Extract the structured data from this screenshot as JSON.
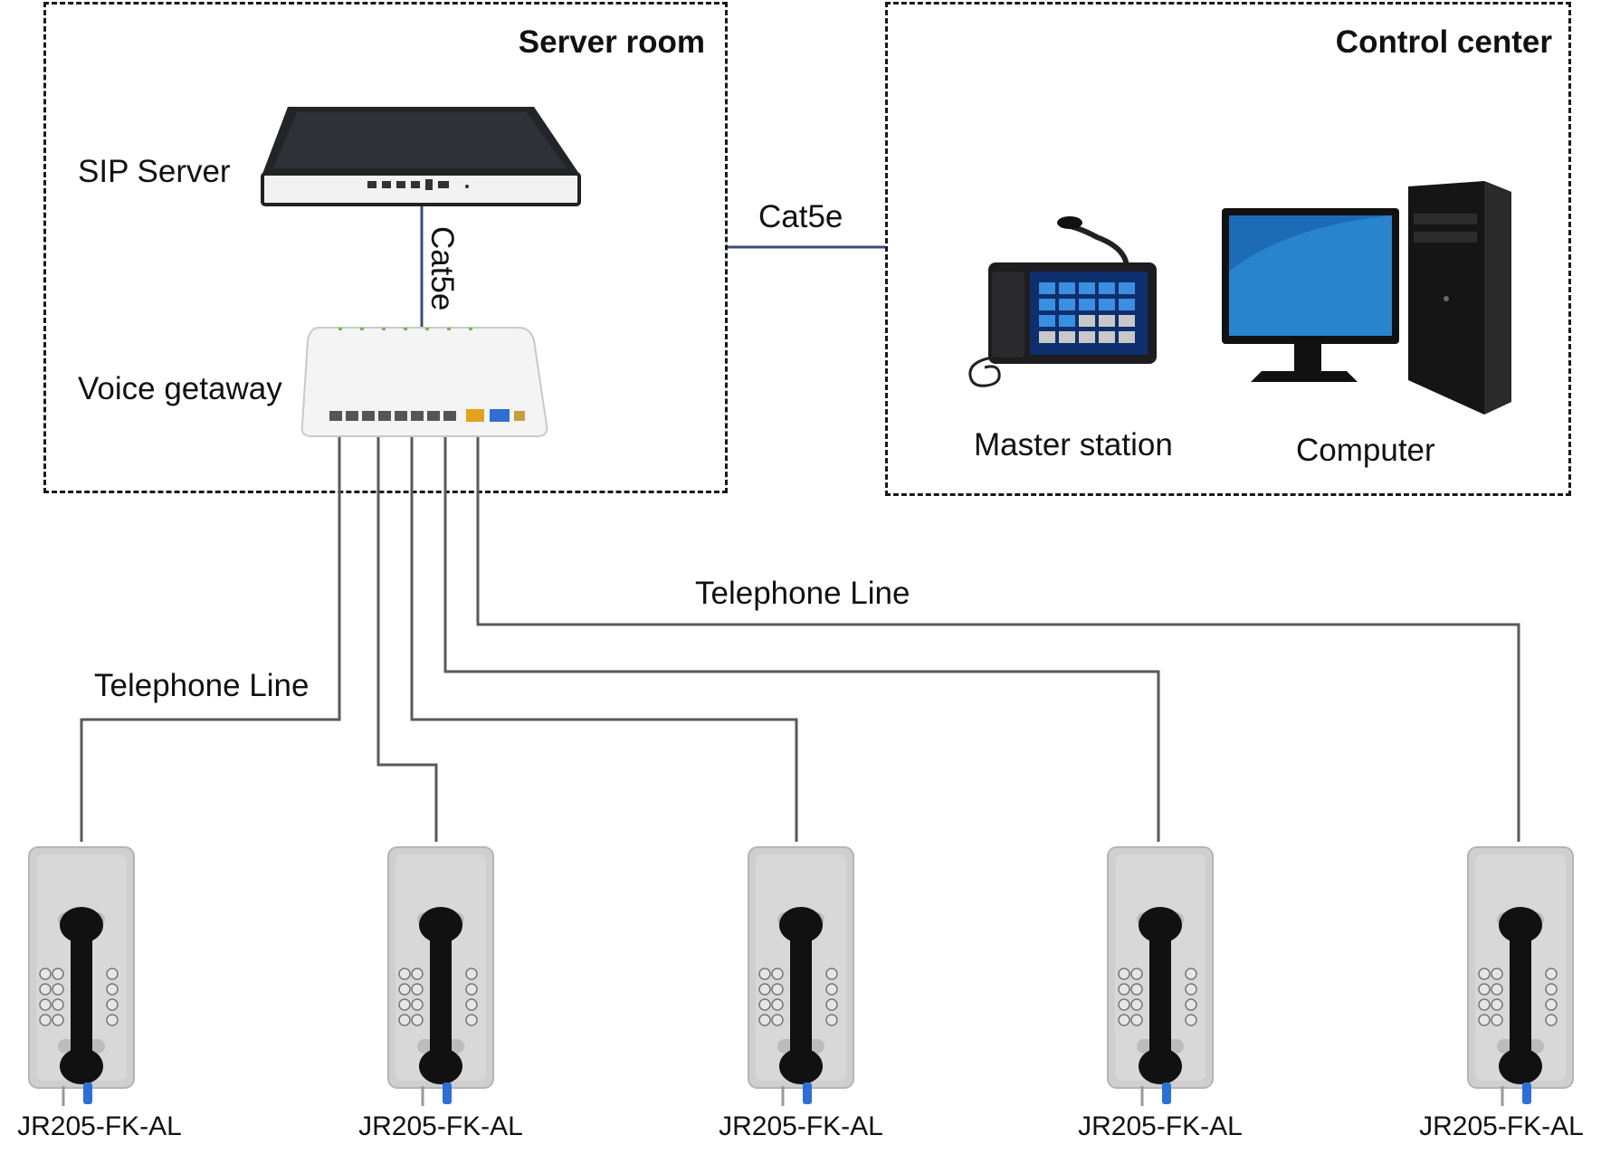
{
  "zones": {
    "server_room": {
      "title": "Server room"
    },
    "control_center": {
      "title": "Control center"
    }
  },
  "devices": {
    "sip_server": {
      "label": "SIP Server"
    },
    "voice_gateway": {
      "label": "Voice getaway"
    },
    "master_station": {
      "label": "Master station"
    },
    "computer": {
      "label": "Computer"
    }
  },
  "links": {
    "server_to_gateway": "Cat5e",
    "server_room_to_control_center": "Cat5e",
    "telephone_line_left": "Telephone Line",
    "telephone_line_right": "Telephone Line"
  },
  "phones": [
    {
      "model": "JR205-FK-AL"
    },
    {
      "model": "JR205-FK-AL"
    },
    {
      "model": "JR205-FK-AL"
    },
    {
      "model": "JR205-FK-AL"
    },
    {
      "model": "JR205-FK-AL"
    }
  ],
  "colors": {
    "cable": "#5a5a5a",
    "link": "#3a4d7a",
    "phone_panel": "#cfcfcf",
    "handset": "#111111"
  }
}
